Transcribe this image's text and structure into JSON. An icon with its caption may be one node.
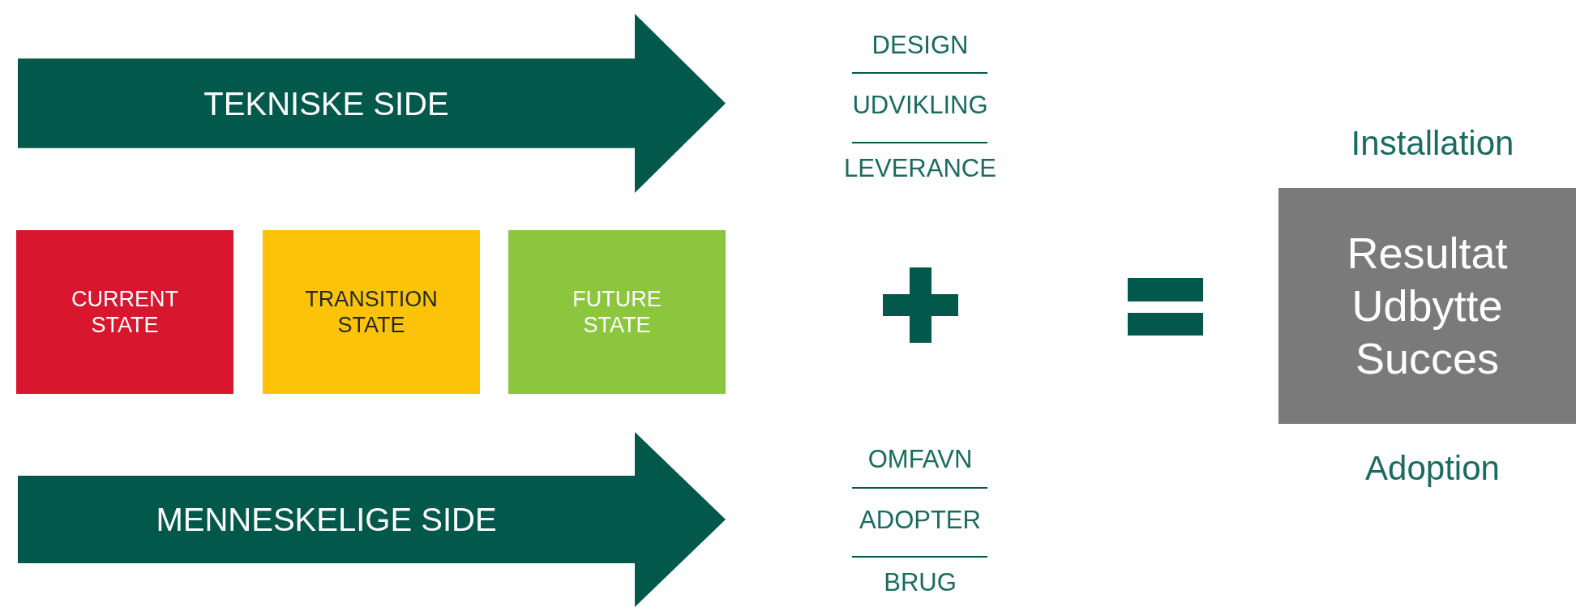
{
  "diagram": {
    "nodes": [
      {
        "text": [
          "TEKNISKE SIDE"
        ]
      },
      {
        "text": [
          "CURRENT STATE"
        ]
      },
      {
        "text": [
          "TRANSITION STATE"
        ]
      },
      {
        "text": [
          "FUTURE STATE"
        ]
      },
      {
        "text": [
          "Resultat Udbytte Succes"
        ]
      },
      {
        "text": [
          "MENNESKELIGE SIDE"
        ]
      }
    ],
    "labels": [
      "DESIGN",
      "UDVIKLING",
      "LEVERANCE",
      "Installation",
      "OMFAVN",
      "ADOPTER",
      "BRUG",
      "Adoption"
    ]
  }
}
